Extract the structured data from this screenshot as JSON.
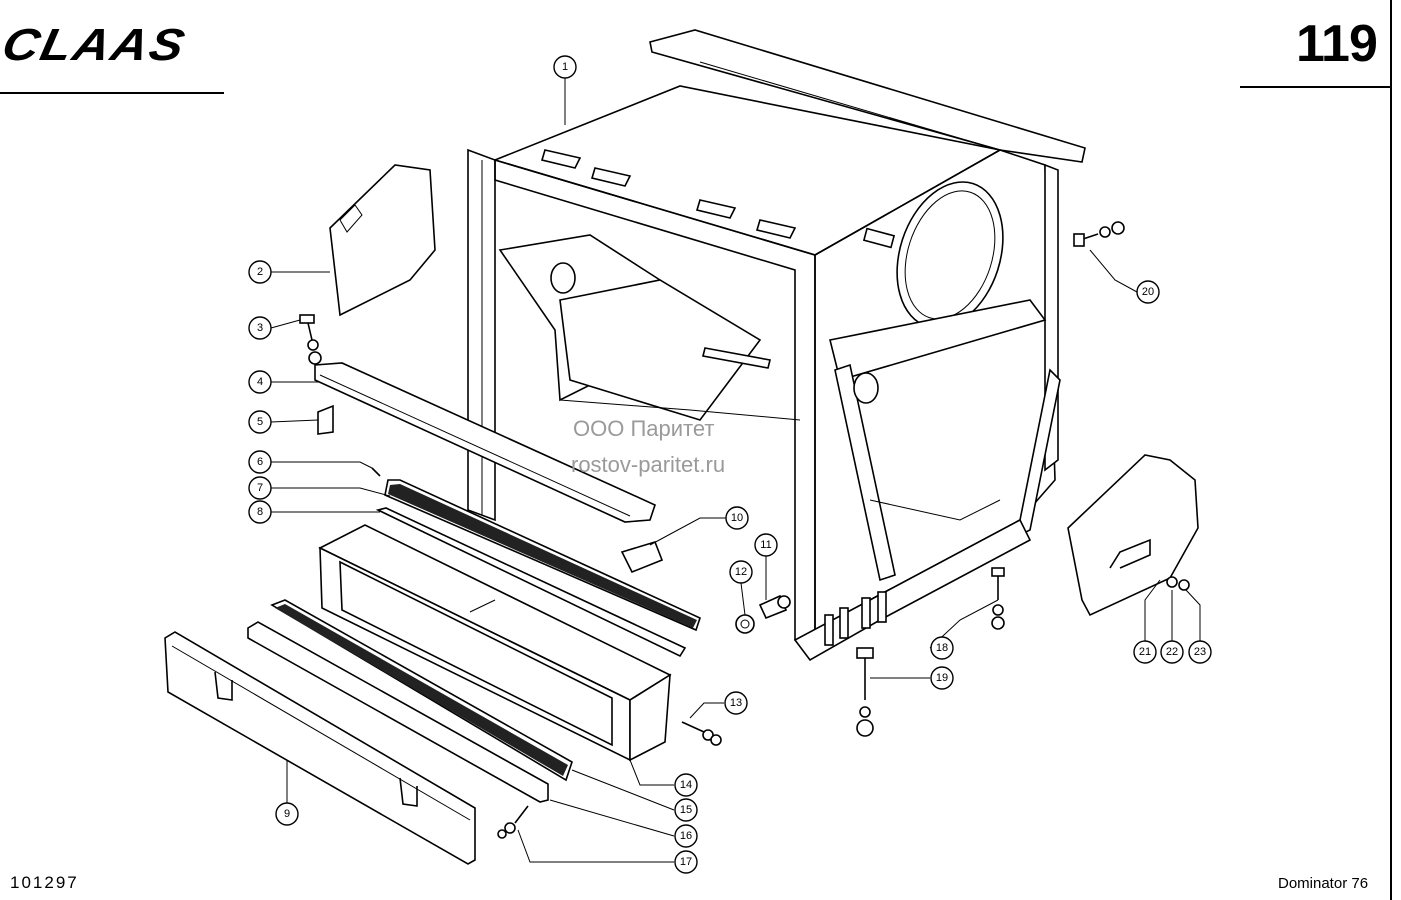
{
  "header": {
    "brand": "CLAAS",
    "page_number": "119"
  },
  "footer": {
    "doc_number": "101297",
    "model": "Dominator 76"
  },
  "watermark": {
    "line1": "ООО Паритет",
    "line2": "rostov-paritet.ru"
  },
  "callouts": [
    "1",
    "2",
    "3",
    "4",
    "5",
    "6",
    "7",
    "8",
    "9",
    "10",
    "11",
    "12",
    "13",
    "14",
    "15",
    "16",
    "17",
    "18",
    "19",
    "20",
    "21",
    "22",
    "23"
  ]
}
